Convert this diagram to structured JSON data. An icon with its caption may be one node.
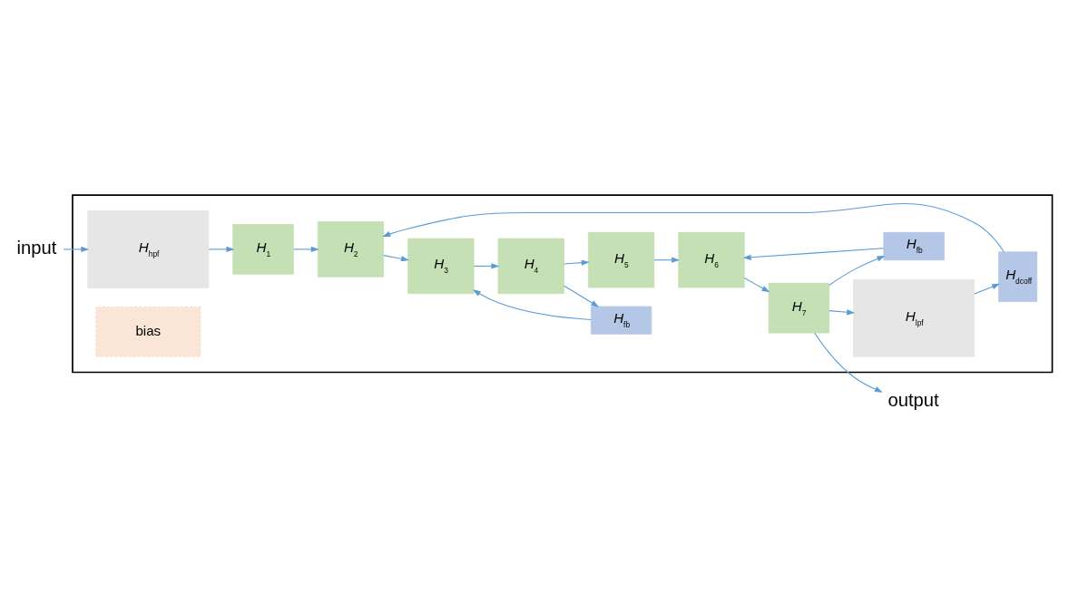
{
  "diagram": {
    "nodes": [
      {
        "text": [],
        "shape": "box"
      },
      {
        "text": [
          "input"
        ]
      },
      {
        "text": [
          "*H*$_{hpf}$"
        ],
        "in": 0
      },
      {
        "text": [
          "*H*$_{3}$"
        ],
        "in": 0
      },
      {
        "text": [
          "*H*$_{4}$"
        ],
        "in": 0
      },
      {
        "text": [
          "*H*$_{5}$"
        ],
        "in": 0
      },
      {
        "text": [
          "*H*$_{6}$"
        ],
        "in": 0
      },
      {
        "text": [
          "*H*$_{2}$"
        ],
        "in": 0
      },
      {
        "text": [
          "*H*$_{fb}$"
        ],
        "in": 0
      },
      {
        "text": [
          "*H*$_{fb}$"
        ],
        "in": 0
      },
      {
        "text": [
          "*H*$_{1}$"
        ],
        "in": 0
      },
      {
        "text": [
          "*H*$_{dcoff}$"
        ],
        "in": 0
      },
      {
        "text": [
          "*H*$_{7}$"
        ],
        "in": 0
      },
      {
        "text": [
          "output"
        ]
      },
      {
        "text": [
          "bias"
        ],
        "in": 0
      },
      {
        "text": [
          "*H*$_{lpf}$"
        ],
        "in": 0
      }
    ],
    "edges": [
      {
        "from": 1,
        "to": 2,
        "arrow": "to"
      },
      {
        "from": 2,
        "to": 10,
        "arrow": "to"
      },
      {
        "from": 10,
        "to": 7,
        "arrow": "to"
      },
      {
        "from": 7,
        "to": 3,
        "arrow": "to"
      },
      {
        "from": 8,
        "to": 3,
        "arrow": "to"
      },
      {
        "from": 3,
        "to": 4,
        "arrow": "to"
      },
      {
        "from": 4,
        "to": 5,
        "arrow": "to"
      },
      {
        "from": 4,
        "to": 8,
        "arrow": "to"
      },
      {
        "from": 5,
        "to": 6,
        "arrow": "to"
      },
      {
        "from": 9,
        "to": 6,
        "arrow": "to"
      },
      {
        "from": 6,
        "to": 12,
        "arrow": "to"
      },
      {
        "from": 12,
        "to": 13,
        "arrow": "to"
      },
      {
        "from": 12,
        "to": 9,
        "arrow": "to"
      },
      {
        "from": 12,
        "to": 15,
        "arrow": "to"
      },
      {
        "from": 15,
        "to": 11,
        "arrow": "to"
      },
      {
        "from": 11,
        "to": 7,
        "arrow": "to"
      }
    ]
  }
}
